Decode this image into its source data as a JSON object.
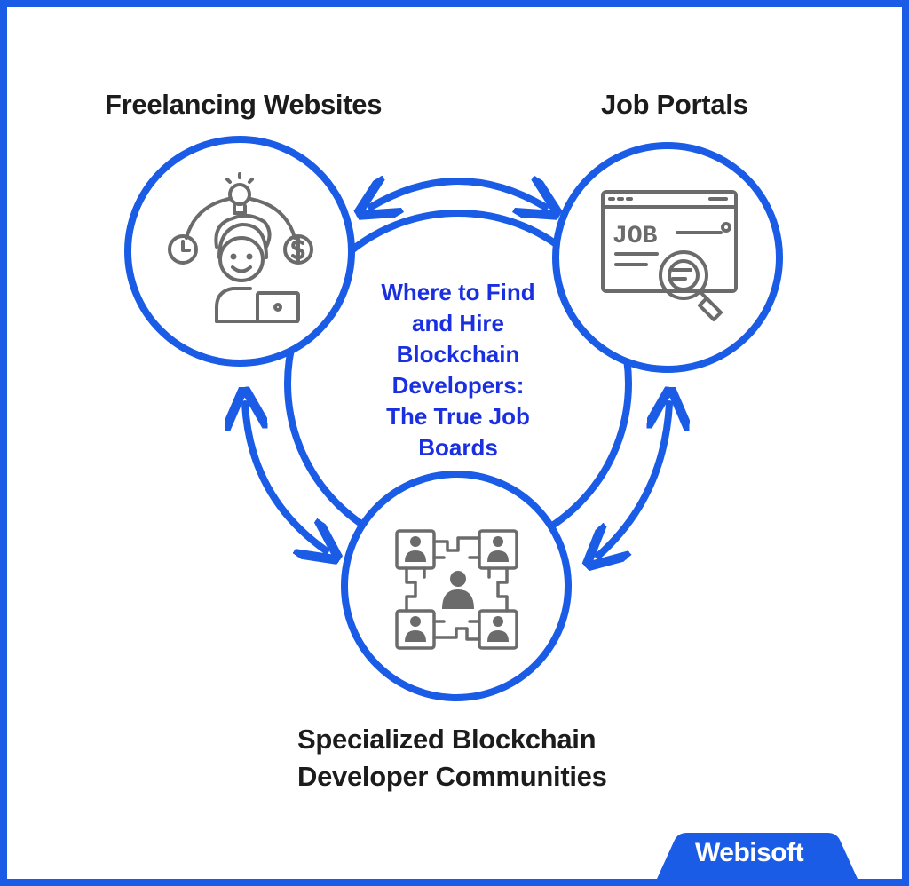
{
  "labels": {
    "freelancing": "Freelancing Websites",
    "job_portals": "Job Portals",
    "specialized_line1": "Specialized Blockchain",
    "specialized_line2": "Developer Communities"
  },
  "center_title": {
    "line1": "Where to Find",
    "line2": "and Hire",
    "line3": "Blockchain",
    "line4": "Developers:",
    "line5": "The True Job",
    "line6": "Boards"
  },
  "icons": {
    "freelancing": "freelancer-icon",
    "job_portals": "job-search-icon",
    "specialized": "developer-network-icon"
  },
  "job_icon_text": "JOB",
  "brand": "Webisoft",
  "colors": {
    "accent": "#1a5ce6",
    "title_blue": "#1a2fe0",
    "icon_gray": "#6b6b6b",
    "text": "#1c1c1c"
  }
}
